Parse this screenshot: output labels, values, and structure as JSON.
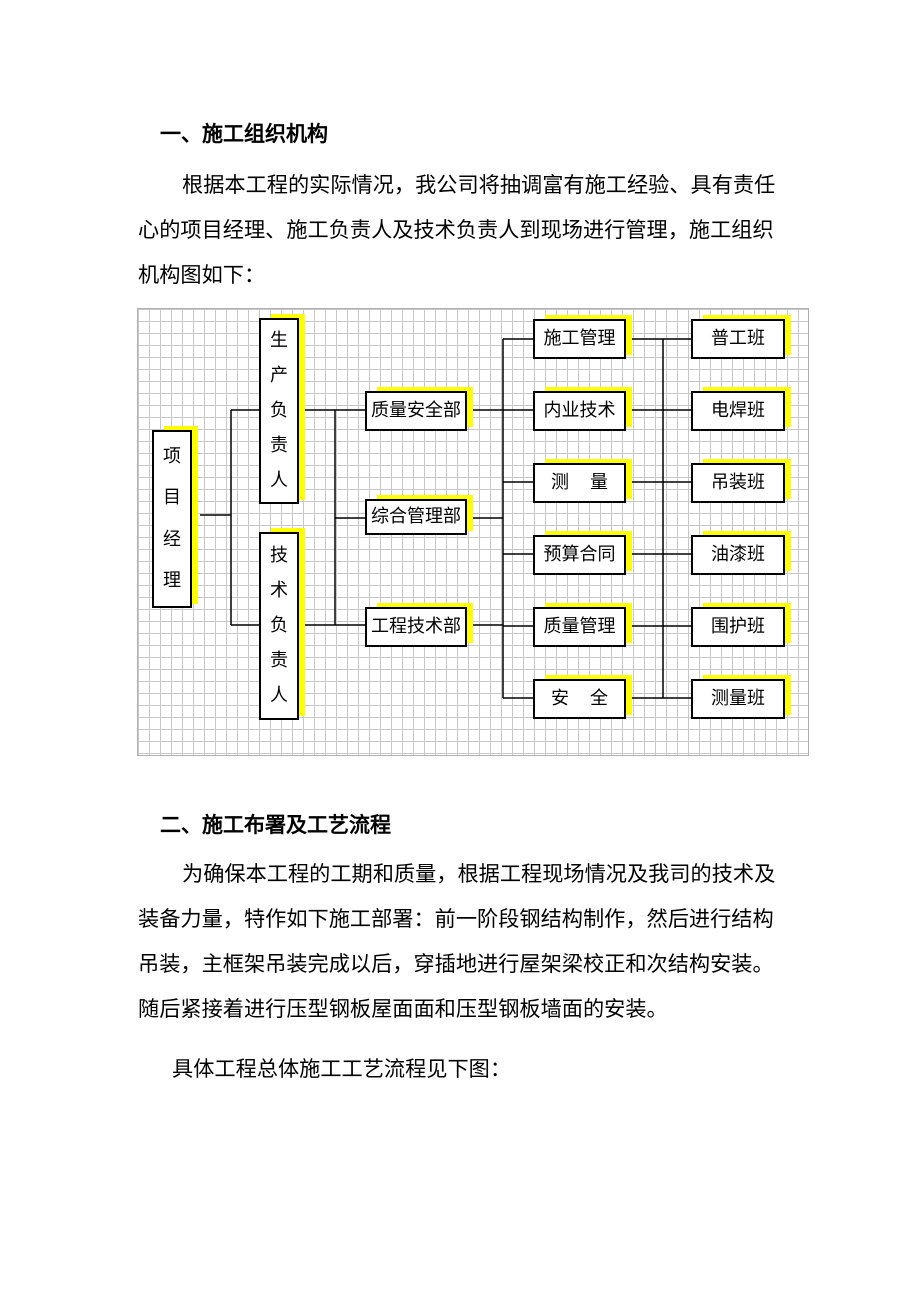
{
  "section1": {
    "title": "一、施工组织机构",
    "lines": [
      "根据本工程的实际情况，我公司将抽调富有施工经验、具有责任",
      "心的项目经理、施工负责人及技术负责人到现场进行管理，施工组织",
      "机构图如下："
    ]
  },
  "org": {
    "pm": [
      "项",
      "目",
      "经",
      "理"
    ],
    "prod": [
      "生",
      "产",
      "负",
      "责",
      "人"
    ],
    "tech": [
      "技",
      "术",
      "负",
      "责",
      "人"
    ],
    "depts": [
      "质量安全部",
      "综合管理部",
      "工程技术部"
    ],
    "funcs": [
      [
        "施工管理"
      ],
      [
        "内业技术"
      ],
      [
        "测",
        "量"
      ],
      [
        "预算合同"
      ],
      [
        "质量管理"
      ],
      [
        "安",
        "全"
      ]
    ],
    "teams": [
      "普工班",
      "电焊班",
      "吊装班",
      "油漆班",
      "围护班",
      "测量班"
    ],
    "colors": {
      "highlight": "#ffff00",
      "grid": "#c8c8c8",
      "border": "#000000"
    }
  },
  "section2": {
    "title": "二、施工布署及工艺流程",
    "lines": [
      "为确保本工程的工期和质量，根据工程现场情况及我司的技术及",
      "装备力量，特作如下施工部署：前一阶段钢结构制作，然后进行结构",
      "吊装，主框架吊装完成以后，穿插地进行屋架梁校正和次结构安装。",
      "随后紧接着进行压型钢板屋面面和压型钢板墙面的安装。"
    ],
    "note": "具体工程总体施工工艺流程见下图："
  }
}
